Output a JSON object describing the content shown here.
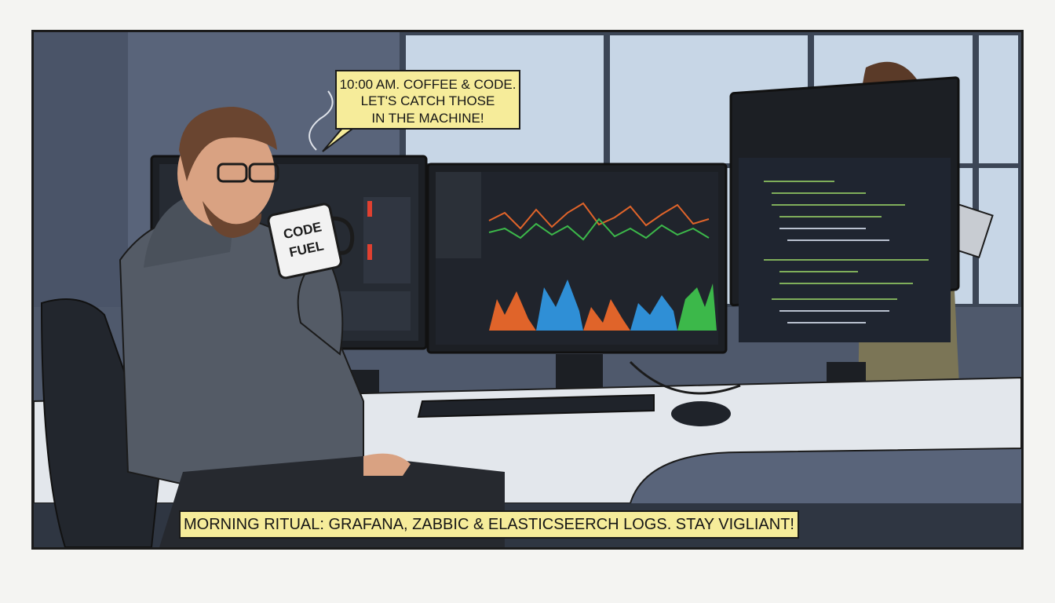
{
  "speech_bubble": {
    "line1": "10:00 AM. COFFEE & CODE.",
    "line2": "LET'S CATCH THOSE",
    "line3": "IN THE MACHINE!"
  },
  "caption": "MORNING RITUAL: GRAFANA, ZABBIC & ELASTICSEERCH LOGS. STAY VIGLIANT!",
  "mug": {
    "line1": "CODE",
    "line2": "FUEL"
  },
  "colors": {
    "caption_bg": "#f6ec9a",
    "chart_orange": "#e0642a",
    "chart_green": "#3cb84a",
    "chart_blue": "#2f8fd6",
    "screen_bg": "#20242c"
  },
  "icons": [
    "coffee-mug",
    "monitor",
    "keyboard",
    "mouse",
    "tablet",
    "office-chair"
  ]
}
